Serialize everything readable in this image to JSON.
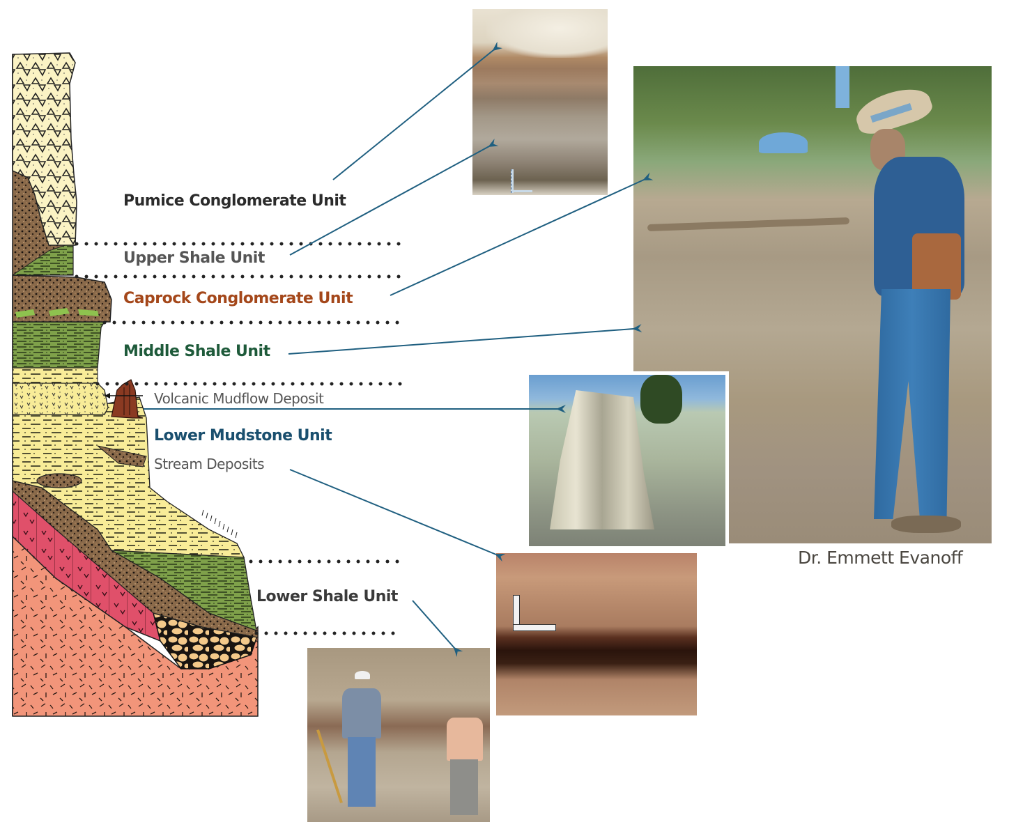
{
  "figure": {
    "type": "stratigraphic-column-with-photos",
    "units": [
      {
        "label": "Pumice Conglomerate Unit",
        "color": "#2b2b2b"
      },
      {
        "label": "Upper Shale Unit",
        "color": "#555555"
      },
      {
        "label": "Caprock Conglomerate Unit",
        "color": "#a4471a"
      },
      {
        "label": "Middle Shale Unit",
        "color": "#1e5a3a"
      },
      {
        "label": "Volcanic Mudflow Deposit",
        "color": "#555555"
      },
      {
        "label": "Lower Mudstone Unit",
        "color": "#1a4f6e"
      },
      {
        "label": "Stream Deposits",
        "color": "#555555"
      },
      {
        "label": "Lower Shale Unit",
        "color": "#3a3a3a"
      }
    ],
    "photos": [
      {
        "id": "outcrop-pumice-upper-shale",
        "description": "Outcrop showing pale pumice conglomerate over layered shale with scale bar"
      },
      {
        "id": "geologist-caprock",
        "description": "Geologist in hat and denim examining caprock conglomerate slope"
      },
      {
        "id": "petrified-stump",
        "description": "Petrified redwood stump on grassy slope"
      },
      {
        "id": "stream-deposits",
        "description": "Reddish stream deposit outcrop with L-shaped scale"
      },
      {
        "id": "lower-shale-workers",
        "description": "Two people standing at lower shale excavation"
      }
    ],
    "credit": "Dr. Emmett Evanoff",
    "arrow_color": "#1f5f80"
  }
}
